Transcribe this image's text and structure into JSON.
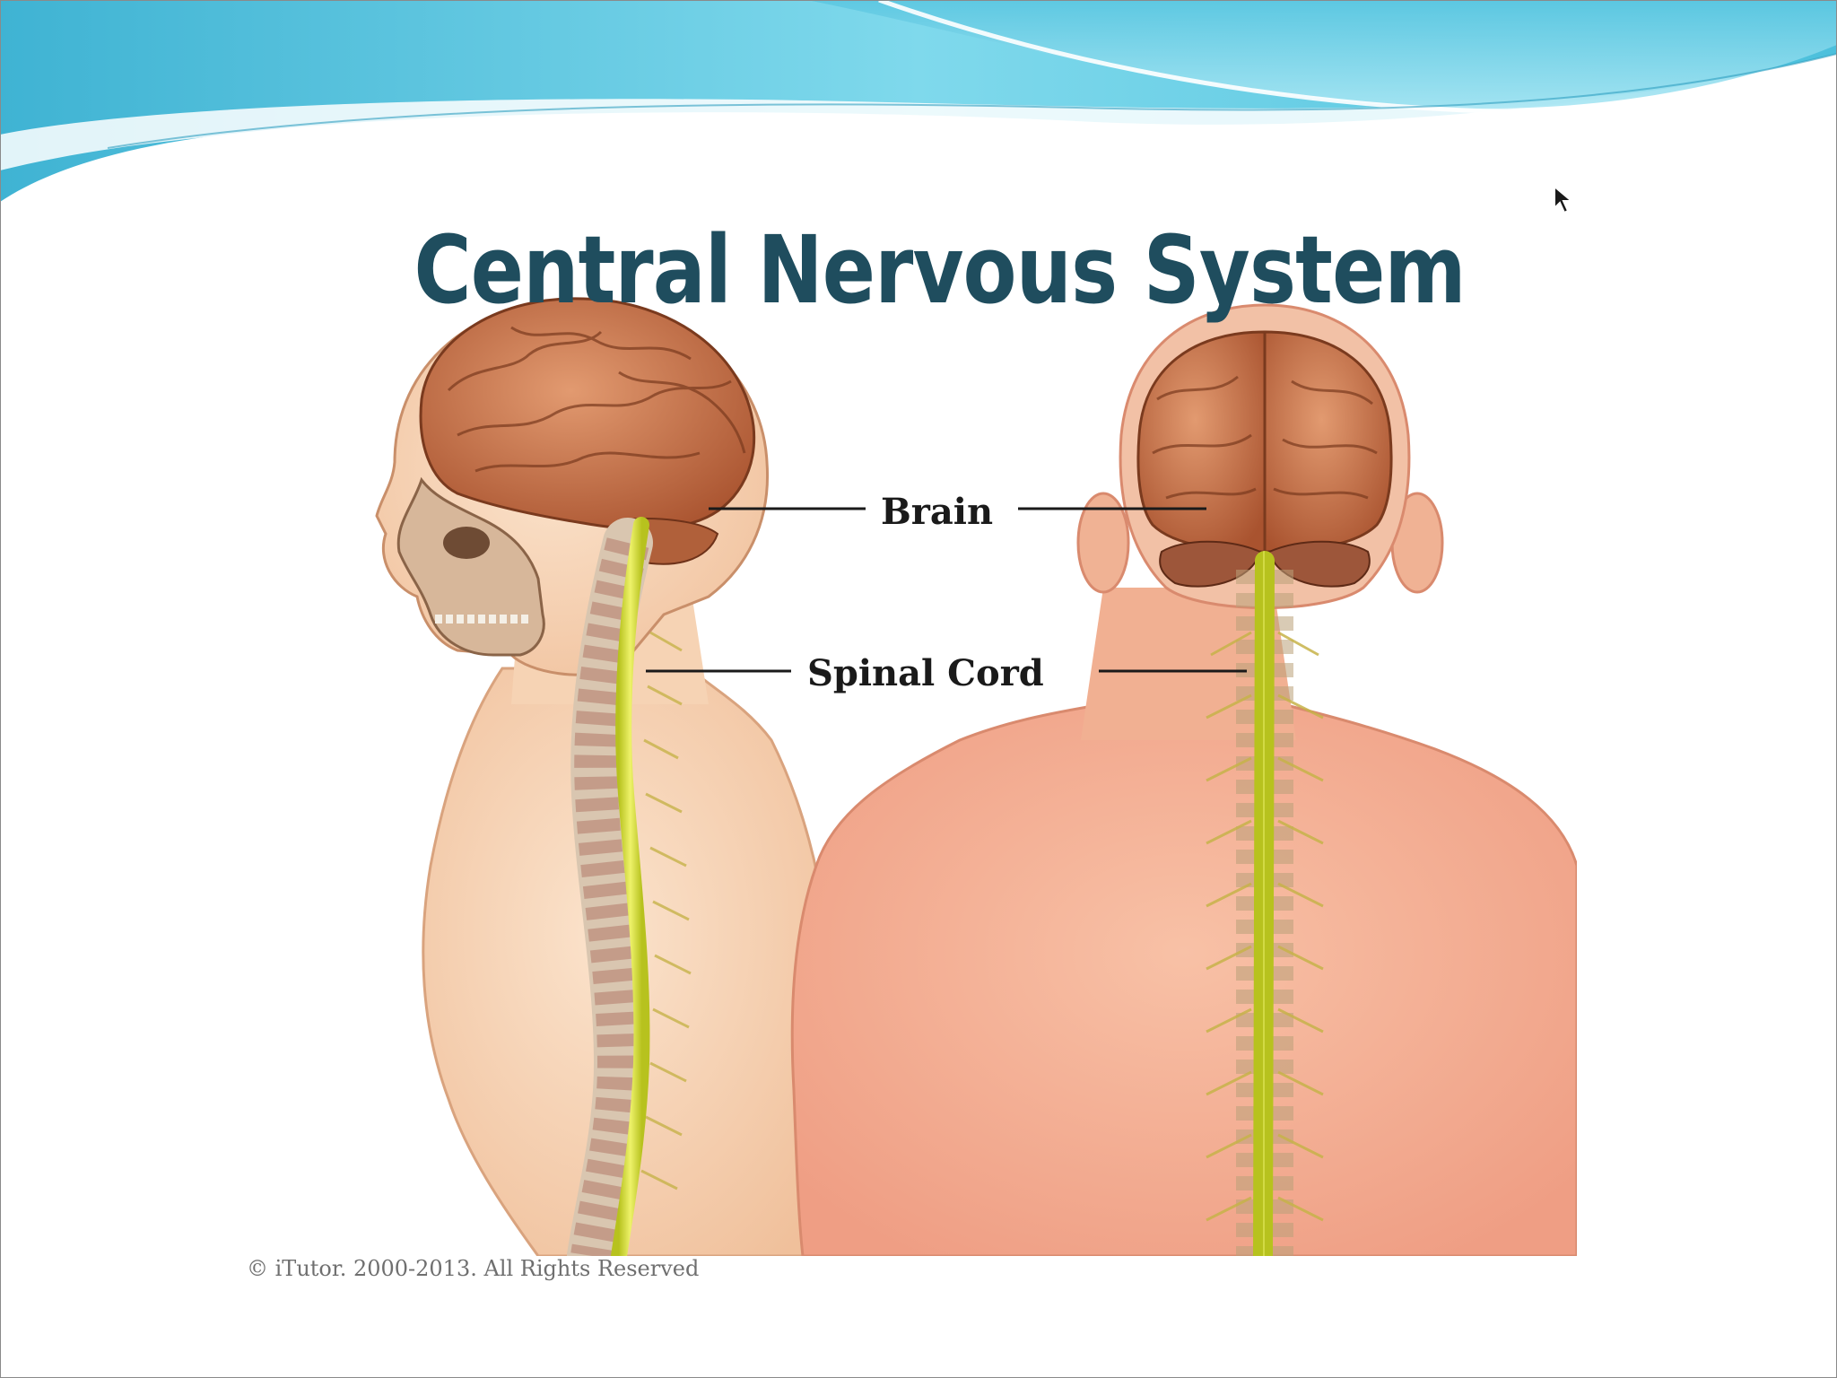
{
  "slide": {
    "title": "Central Nervous System",
    "labels": {
      "brain": "Brain",
      "spinal_cord": "Spinal Cord"
    },
    "copyright": "© iTutor. 2000-2013. All Rights Reserved"
  },
  "theme": {
    "header_wave_color": "#5fcbe3",
    "title_color": "#1f4d5e",
    "skin_color": "#f5c6a6",
    "brain_color": "#c9744d",
    "spinal_cord_color": "#d6e23a"
  },
  "icons": [
    "mouse-pointer-icon"
  ]
}
